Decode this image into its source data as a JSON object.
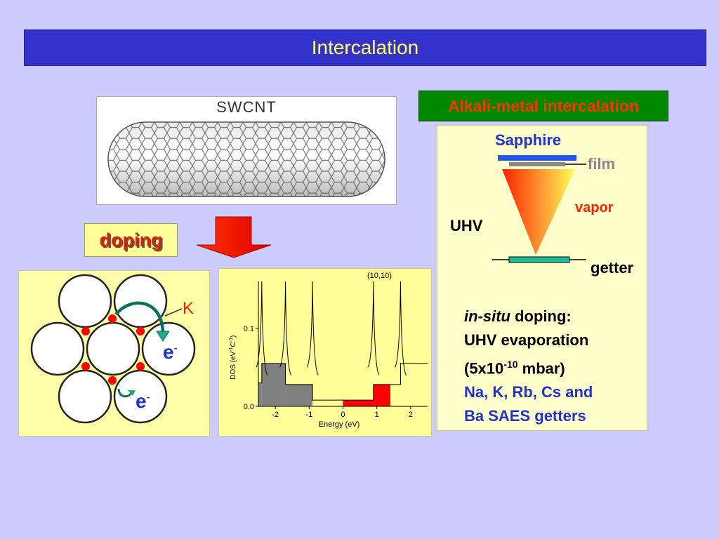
{
  "slide": {
    "title": "Intercalation",
    "colors": {
      "background": "#ccccff",
      "title_bar": "#3333cc",
      "title_text": "#ffff66"
    }
  },
  "swcnt": {
    "label": "SWCNT"
  },
  "alkali": {
    "label": "Alkali-metal intercalation"
  },
  "doping": {
    "label": "doping"
  },
  "lattice": {
    "dopant_label": "K",
    "electron_label_1": "e",
    "electron_label_2": "e",
    "electron_charge": "-"
  },
  "uhv_diagram": {
    "sapphire": "Sapphire",
    "film": "film",
    "vapor": "vapor",
    "uhv": "UHV",
    "getter": "getter"
  },
  "description": {
    "line1_italic": "in-situ",
    "line1_rest": " doping:",
    "line2": "UHV evaporation",
    "line3_prefix": "(5x10",
    "line3_exponent": "-10",
    "line3_suffix": " mbar)",
    "line4": "Na, K, Rb, Cs and",
    "line5": "Ba SAES getters"
  },
  "chart_data": {
    "type": "line",
    "title": "(10,10)",
    "xlabel": "Energy (eV)",
    "ylabel": "DOS (eV-1C-1)",
    "ylabel_parts": {
      "a": "DOS (eV",
      "b": "-1",
      "c": "C",
      "d": "-1",
      "e": ")"
    },
    "x_ticks": [
      "-2",
      "-1",
      "0",
      "1",
      "2"
    ],
    "y_ticks": [
      "0.0",
      "0.1"
    ],
    "xlim": [
      -2.5,
      2.5
    ],
    "ylim": [
      0,
      0.16
    ],
    "van_hove_singularities": [
      -2.4,
      -1.7,
      -0.9,
      0.9,
      1.7
    ],
    "plateaus": [
      {
        "from": -2.5,
        "to": -2.4,
        "value": 0.03
      },
      {
        "from": -2.4,
        "to": -1.7,
        "value": 0.055
      },
      {
        "from": -1.7,
        "to": -0.9,
        "value": 0.028
      },
      {
        "from": -0.9,
        "to": 0.9,
        "value": 0.008
      },
      {
        "from": 0.9,
        "to": 1.7,
        "value": 0.028
      },
      {
        "from": 1.7,
        "to": 2.5,
        "value": 0.055
      }
    ],
    "fill_colors": {
      "occupied": "#808080",
      "doped": "#ff0000",
      "empty": "#ffff99"
    },
    "fermi_shifted_to": 1.4
  }
}
